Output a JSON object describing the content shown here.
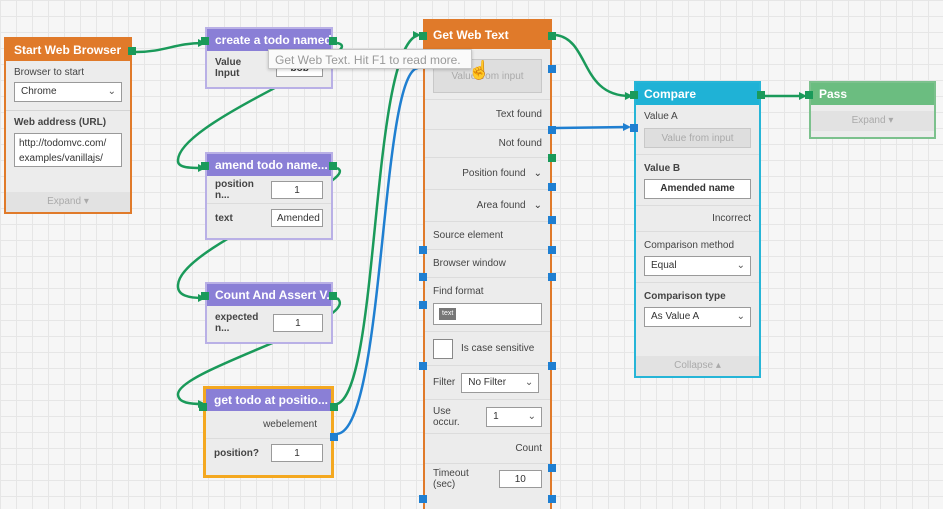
{
  "colors": {
    "orange": "#e07a2a",
    "purple": "#8a7fd6",
    "cyan": "#1fb2d6",
    "green": "#6bbd80",
    "flow": "#1a9a5a",
    "data": "#1f7fd1"
  },
  "start": {
    "title": "Start Web Browser",
    "browser_label": "Browser to start",
    "browser_value": "Chrome",
    "url_label": "Web address (URL)",
    "url_value": "http://todomvc.com/\nexamples/vanillajs/",
    "expand": "Expand"
  },
  "create": {
    "title": "create a todo named ...",
    "value_label": "Value Input",
    "value": "bob"
  },
  "amend": {
    "title": "amend todo name...",
    "pos_label": "position n...",
    "pos_value": "1",
    "text_label": "text",
    "text_value": "Amended n"
  },
  "count": {
    "title": "Count And Assert V...",
    "exp_label": "expected n...",
    "exp_value": "1"
  },
  "gettodo": {
    "title": "get todo at positio...",
    "webelement": "webelement",
    "pos_label": "position?",
    "pos_value": "1"
  },
  "gwt": {
    "title": "Get Web Text",
    "value_from_input": "Value from input",
    "text_found": "Text found",
    "not_found": "Not found",
    "position_found": "Position found",
    "area_found": "Area found",
    "source_element": "Source element",
    "browser_window": "Browser window",
    "find_format": "Find format",
    "text_badge": "text",
    "case_sensitive": "Is case sensitive",
    "filter_label": "Filter",
    "filter_value": "No Filter",
    "use_occur_label": "Use occur.",
    "use_occur_value": "1",
    "count": "Count",
    "timeout_label": "Timeout (sec)",
    "timeout_value": "10"
  },
  "compare": {
    "title": "Compare",
    "value_a": "Value A",
    "value_from_input": "Value from input",
    "value_b": "Value B",
    "value_b_value": "Amended name",
    "incorrect": "Incorrect",
    "method_label": "Comparison method",
    "method_value": "Equal",
    "type_label": "Comparison type",
    "type_value": "As Value A",
    "collapse": "Collapse"
  },
  "pass": {
    "title": "Pass",
    "expand": "Expand"
  },
  "tooltip": {
    "text": "Get Web Text. Hit F1 to read more."
  }
}
